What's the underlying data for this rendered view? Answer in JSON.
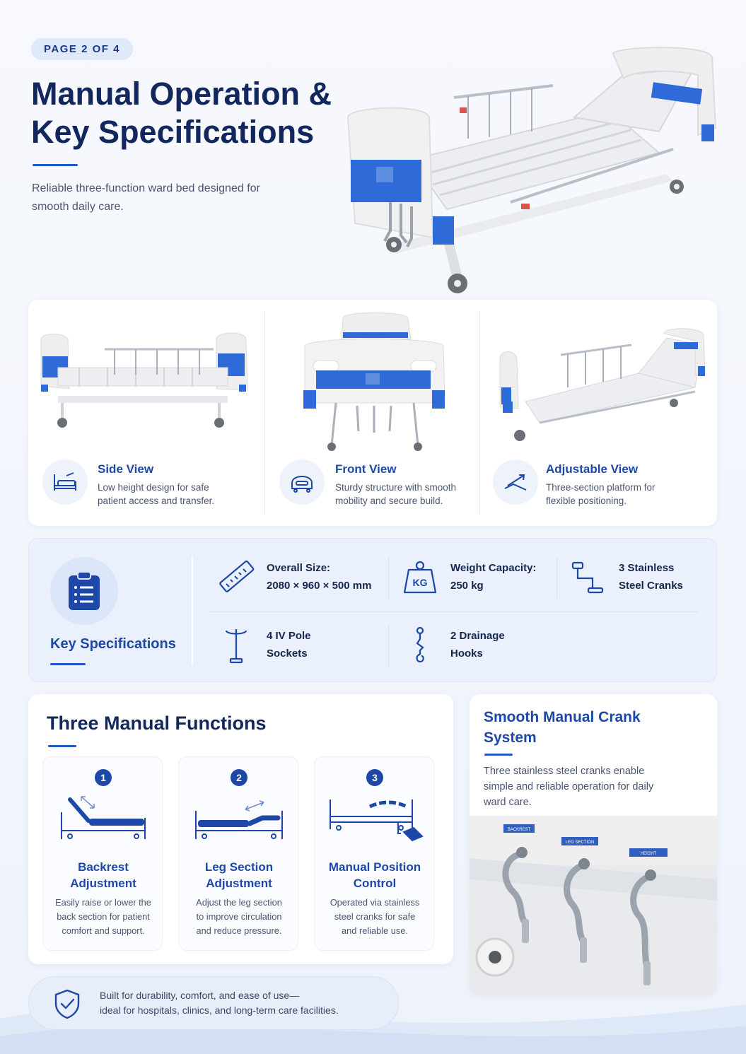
{
  "header": {
    "page_badge": "PAGE 2 OF 4",
    "title": "Manual Operation & Key Specifications",
    "subtitle": "Reliable three-function ward bed designed for smooth daily care."
  },
  "views": [
    {
      "title": "Side View",
      "desc": "Low height design for safe patient access and transfer.",
      "icon": "bed-icon"
    },
    {
      "title": "Front View",
      "desc": "Sturdy structure with smooth mobility and secure build.",
      "icon": "bed-front-icon"
    },
    {
      "title": "Adjustable View",
      "desc": "Three-section platform for flexible positioning.",
      "icon": "incline-icon"
    }
  ],
  "specs": {
    "title": "Key Specifications",
    "items": [
      {
        "line1": "Overall Size:",
        "line2": "2080 × 960 × 500 mm",
        "icon": "ruler-icon"
      },
      {
        "line1": "Weight Capacity:",
        "line2": "250 kg",
        "icon": "weight-icon",
        "icon_text": "KG"
      },
      {
        "line1": "3 Stainless",
        "line2": "Steel Cranks",
        "icon": "crank-icon"
      },
      {
        "line1": "4 IV Pole",
        "line2": "Sockets",
        "icon": "iv-pole-icon"
      },
      {
        "line1": "2 Drainage",
        "line2": "Hooks",
        "icon": "hook-icon"
      }
    ]
  },
  "functions": {
    "title": "Three Manual Functions",
    "items": [
      {
        "num": "1",
        "name1": "Backrest",
        "name2": "Adjustment",
        "desc1": "Easily raise or lower the",
        "desc2": "back section for patient",
        "desc3": "comfort and support."
      },
      {
        "num": "2",
        "name1": "Leg Section",
        "name2": "Adjustment",
        "desc1": "Adjust the leg section",
        "desc2": "to improve circulation",
        "desc3": "and reduce pressure."
      },
      {
        "num": "3",
        "name1": "Manual Position",
        "name2": "Control",
        "desc1": "Operated via stainless",
        "desc2": "steel cranks for safe",
        "desc3": "and reliable use."
      }
    ]
  },
  "crank": {
    "title": "Smooth Manual Crank System",
    "desc": "Three stainless steel cranks enable simple and reliable operation for daily ward care.",
    "labels": [
      "BACKREST",
      "LEG SECTION",
      "HEIGHT"
    ]
  },
  "banner": {
    "line1": "Built for durability, comfort, and ease of use—",
    "line2": "ideal for hospitals, clinics, and long-term care facilities.",
    "icon": "shield-check-icon"
  },
  "colors": {
    "accent": "#1d48a8",
    "dark": "#12275e",
    "blue_panel": "#2f6bd8"
  }
}
